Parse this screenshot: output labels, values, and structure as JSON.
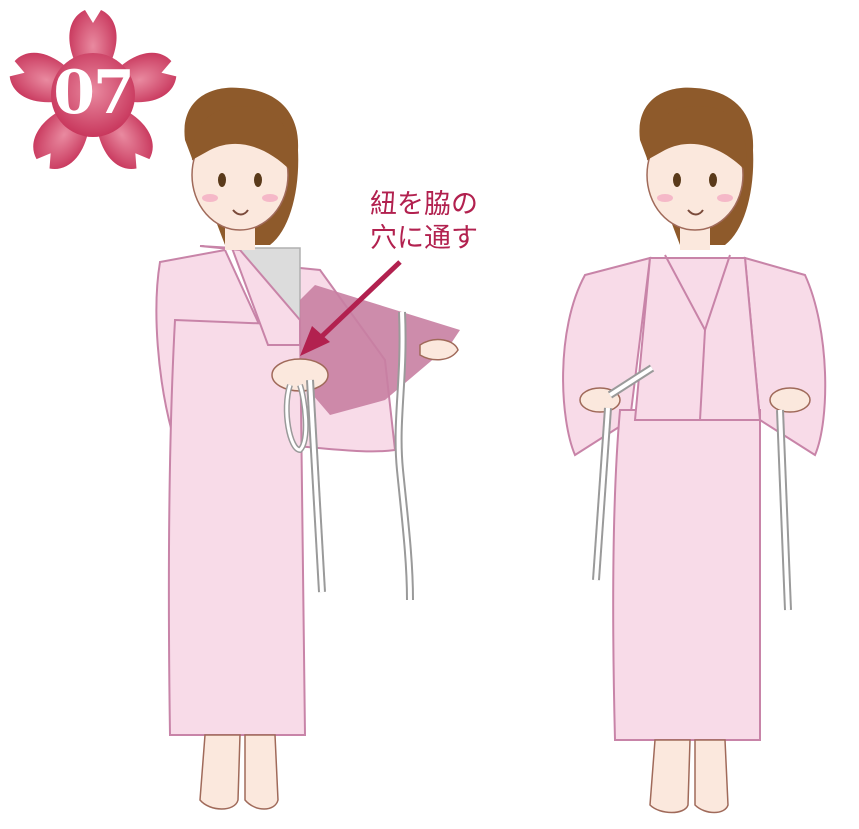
{
  "step": {
    "number": "07"
  },
  "callout": {
    "line1": "紐を脇の",
    "line2": "穴に通す"
  },
  "colors": {
    "flower": "#c9345a",
    "flower_light": "#e57f95",
    "robe": "#f8dbe8",
    "robe_line": "#c884a8",
    "highlight": "#c87fa2",
    "hair": "#8e5a2b",
    "skin": "#fbe8dd",
    "cord": "#a7a7a7",
    "text_accent": "#b2214f"
  },
  "icons": [
    "sakura-flower-icon",
    "arrow-icon"
  ]
}
